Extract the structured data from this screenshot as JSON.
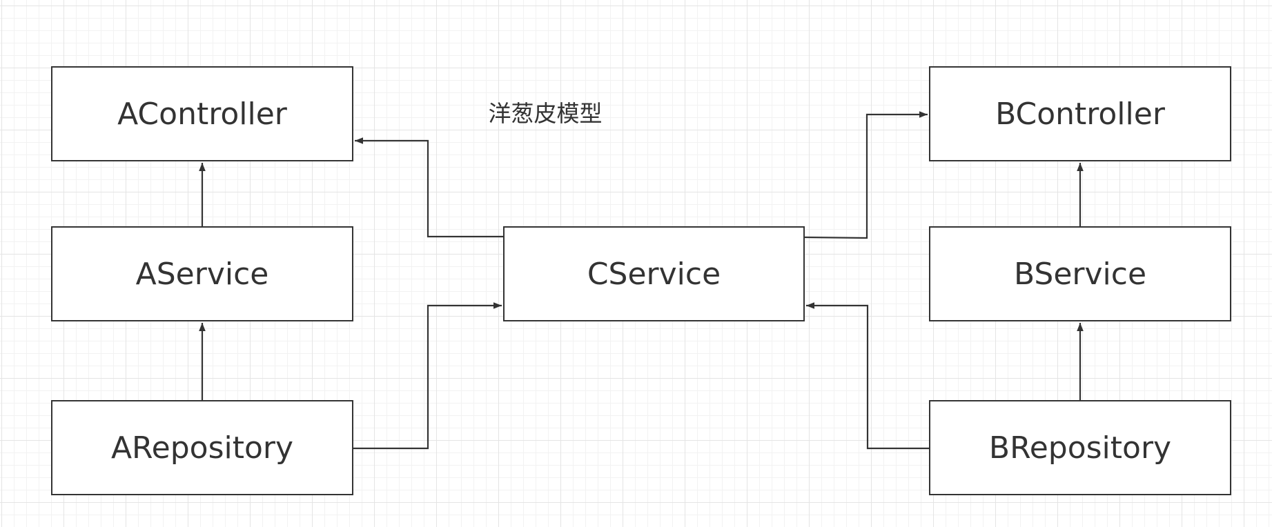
{
  "diagram": {
    "title": "洋葱皮模型",
    "nodes": {
      "acontroller": "AController",
      "aservice": "AService",
      "arepository": "ARepository",
      "cservice": "CService",
      "bcontroller": "BController",
      "bservice": "BService",
      "brepository": "BRepository"
    },
    "colors": {
      "stroke": "#333333",
      "text": "#333333",
      "grid": "#e4e4e4",
      "background": "#ffffff"
    },
    "edges": [
      {
        "from": "AService",
        "to": "AController"
      },
      {
        "from": "ARepository",
        "to": "AService"
      },
      {
        "from": "CService",
        "to": "AController"
      },
      {
        "from": "ARepository",
        "to": "CService"
      },
      {
        "from": "CService",
        "to": "BController"
      },
      {
        "from": "BRepository",
        "to": "CService"
      },
      {
        "from": "BService",
        "to": "BController"
      },
      {
        "from": "BRepository",
        "to": "BService"
      }
    ]
  }
}
